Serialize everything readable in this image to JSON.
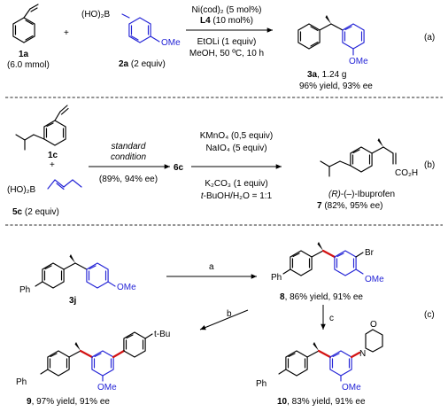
{
  "section_a": {
    "sm1": "1a",
    "sm1_amount": "(6.0 mmol)",
    "sm2_reagent": "(HO)₂B",
    "sm2": "2a",
    "sm2_amount": "(2 equiv)",
    "plus": "+",
    "ome": "OMe",
    "cond1": "Ni(cod)₂ (5 mol%)",
    "cond2_id": "L4",
    "cond2_rest": " (10 mol%)",
    "cond3": "EtOLi (1 equiv)",
    "cond4": "MeOH, 50 ºC, 10 h",
    "product": "3a",
    "product_amount": ", 1.24 g",
    "result": "96% yield, 93% ee",
    "tag": "(a)"
  },
  "section_b": {
    "sm1": "1c",
    "plus": "+",
    "sm2_reagent": "(HO)₂B",
    "sm2": "5c",
    "sm2_amount": " (2 equiv)",
    "step1_line1": "standard",
    "step1_line2": "condition",
    "step1_result": "(89%, 94% ee)",
    "intermediate": "6c",
    "cond1": "KMnO₄ (0,5 equiv)",
    "cond2": "NaIO₄ (5 equiv)",
    "cond3": "K₂CO₃ (1 equiv)",
    "cond4_ital": "t",
    "cond4_rest": "-BuOH/H₂O = 1:1",
    "co2h": "CO₂H",
    "product_prefix": "(R)",
    "product_name": "-(–)-Ibuprofen",
    "product": "7",
    "product_result": " (82%, 95% ee)",
    "tag": "(b)"
  },
  "section_c": {
    "sm": "3j",
    "ph": "Ph",
    "ome": "OMe",
    "step_a": "a",
    "step_b": "b",
    "step_c": "c",
    "p8": "8",
    "p8_result": ", 86% yield, 91% ee",
    "br": "Br",
    "p9": "9",
    "p9_result": ", 97% yield, 91% ee",
    "tbu": "t-Bu",
    "p10": "10",
    "p10_result": ", 83% yield, 91% ee",
    "n": "N",
    "o": "O",
    "tag": "(c)"
  }
}
